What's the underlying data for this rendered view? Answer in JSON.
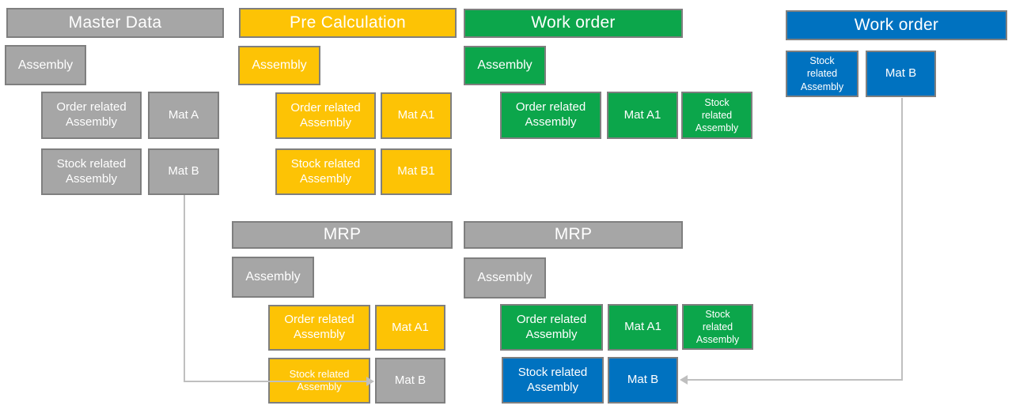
{
  "colors": {
    "gray_fill": "#A6A6A6",
    "yellow_fill": "#FDC305",
    "green_fill": "#0CA64B",
    "blue_fill": "#0072C0",
    "box_border": "#7F7F7F",
    "connector_line": "#BFBFBF",
    "text": "#FFFFFF"
  },
  "sections": {
    "master_data": {
      "title": "Master Data",
      "assembly": "Assembly",
      "order_related": "Order related Assembly",
      "mat_a": "Mat A",
      "stock_related": "Stock related Assembly",
      "mat_b": "Mat B"
    },
    "pre_calculation": {
      "title": "Pre Calculation",
      "assembly": "Assembly",
      "order_related": "Order related Assembly",
      "mat_a1": "Mat A1",
      "stock_related": "Stock related Assembly",
      "mat_b1": "Mat B1"
    },
    "work_order_production": {
      "title": "Work order",
      "assembly": "Assembly",
      "order_related": "Order related Assembly",
      "mat_a1": "Mat A1",
      "stock_related": "Stock related Assembly"
    },
    "work_order_stock": {
      "title": "Work order",
      "stock_related": "Stock related Assembly",
      "mat_b": "Mat B"
    },
    "mrp_1": {
      "title": "MRP",
      "assembly": "Assembly",
      "order_related": "Order related Assembly",
      "mat_a1": "Mat A1",
      "stock_related": "Stock related Assembly",
      "mat_b": "Mat B"
    },
    "mrp_2": {
      "title": "MRP",
      "assembly": "Assembly",
      "order_related": "Order related Assembly",
      "mat_a1": "Mat A1",
      "stock_related_green": "Stock related Assembly",
      "stock_related_blue": "Stock related Assembly",
      "mat_b": "Mat B"
    }
  }
}
